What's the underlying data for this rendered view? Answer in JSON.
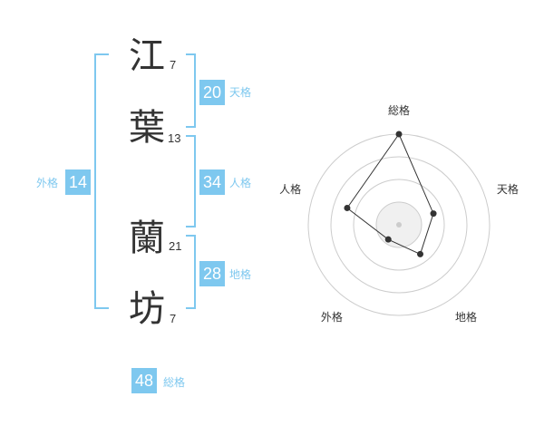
{
  "name": {
    "characters": [
      {
        "char": "江",
        "strokes": "7"
      },
      {
        "char": "葉",
        "strokes": "13"
      },
      {
        "char": "蘭",
        "strokes": "21"
      },
      {
        "char": "坊",
        "strokes": "7"
      }
    ]
  },
  "fortune": {
    "tenkaku": {
      "value": "20",
      "label": "天格"
    },
    "jinkaku": {
      "value": "34",
      "label": "人格"
    },
    "chikaku": {
      "value": "28",
      "label": "地格"
    },
    "gaikaku": {
      "value": "14",
      "label": "外格"
    },
    "soukaku": {
      "value": "48",
      "label": "総格"
    }
  },
  "colors": {
    "accent": "#7ec8ef",
    "text": "#333333",
    "grid": "#cccccc"
  },
  "chart_data": {
    "type": "radar",
    "axes": [
      "総格",
      "天格",
      "地格",
      "外格",
      "人格"
    ],
    "values": [
      5,
      2,
      2,
      1,
      3
    ],
    "max": 5,
    "rings": 4
  }
}
